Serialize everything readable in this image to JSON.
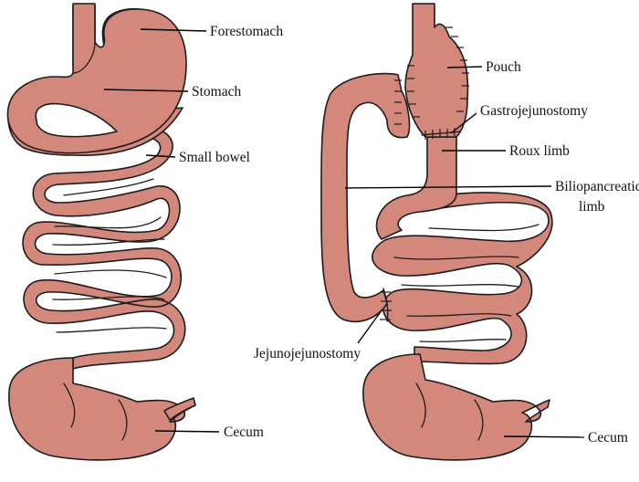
{
  "colors": {
    "tissue": "#d4887c",
    "outline": "#1c1c1c",
    "background": "#ffffff"
  },
  "left_panel": {
    "labels": {
      "forestomach": "Forestomach",
      "stomach": "Stomach",
      "small_bowel": "Small bowel",
      "cecum": "Cecum"
    }
  },
  "right_panel": {
    "labels": {
      "pouch": "Pouch",
      "gastrojejunostomy": "Gastrojejunostomy",
      "roux_limb": "Roux limb",
      "biliopancreatic_line1": "Biliopancreatic",
      "biliopancreatic_line2": "limb",
      "jejunojejunostomy": "Jejunojejunostomy",
      "cecum": "Cecum"
    }
  }
}
